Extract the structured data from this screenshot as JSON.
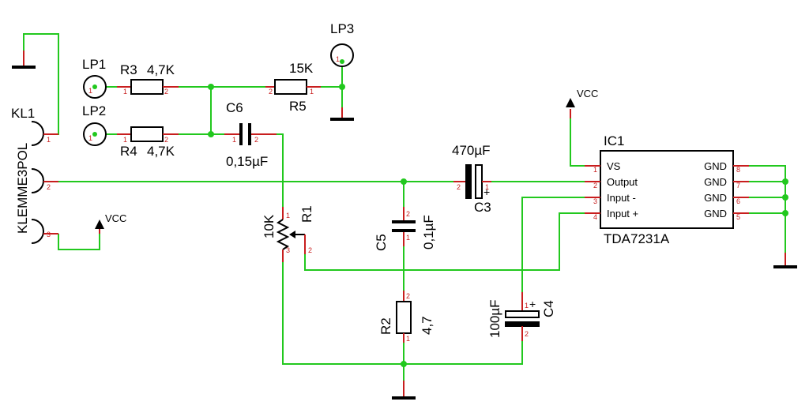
{
  "labels": {
    "vcc": "VCC"
  },
  "kl1": {
    "name": "KL1",
    "value": "KLEMME3POL",
    "pin1": "1",
    "pin2": "2",
    "pin3": "3"
  },
  "lp1": {
    "name": "LP1",
    "pin": "1"
  },
  "lp2": {
    "name": "LP2",
    "pin": "1"
  },
  "lp3": {
    "name": "LP3",
    "pin": "1"
  },
  "r3": {
    "name": "R3",
    "value": "4,7K",
    "pin1": "1",
    "pin2": "2"
  },
  "r4": {
    "name": "R4",
    "value": "4,7K",
    "pin1": "1",
    "pin2": "2"
  },
  "r5": {
    "name": "R5",
    "value": "15K",
    "pin1": "1",
    "pin2": "2"
  },
  "c6": {
    "name": "C6",
    "value": "0,15µF",
    "pin1": "1",
    "pin2": "2"
  },
  "r1": {
    "name": "R1",
    "value": "10K",
    "pin1": "1",
    "pin2": "2",
    "pin3": "3"
  },
  "c5": {
    "name": "C5",
    "value": "0,1µF",
    "pin1": "1",
    "pin2": "2"
  },
  "r2": {
    "name": "R2",
    "value": "4,7",
    "pin1": "1",
    "pin2": "2"
  },
  "c3": {
    "name": "C3",
    "value": "470µF",
    "plus": "+",
    "pin1": "1",
    "pin2": "2"
  },
  "c4": {
    "name": "C4",
    "value": "100µF",
    "plus": "+",
    "pin1": "1",
    "pin2": "2"
  },
  "ic1": {
    "name": "IC1",
    "value": "TDA7231A",
    "pins": [
      {
        "num": "1",
        "label": "VS"
      },
      {
        "num": "2",
        "label": "Output"
      },
      {
        "num": "3",
        "label": "Input -"
      },
      {
        "num": "4",
        "label": "Input +"
      },
      {
        "num": "8",
        "label": "GND"
      },
      {
        "num": "7",
        "label": "GND"
      },
      {
        "num": "6",
        "label": "GND"
      },
      {
        "num": "5",
        "label": "GND"
      }
    ]
  },
  "colors": {
    "wire": "#22c81e",
    "pin": "#c81e1e",
    "body": "#000000",
    "background": "#ffffff"
  }
}
